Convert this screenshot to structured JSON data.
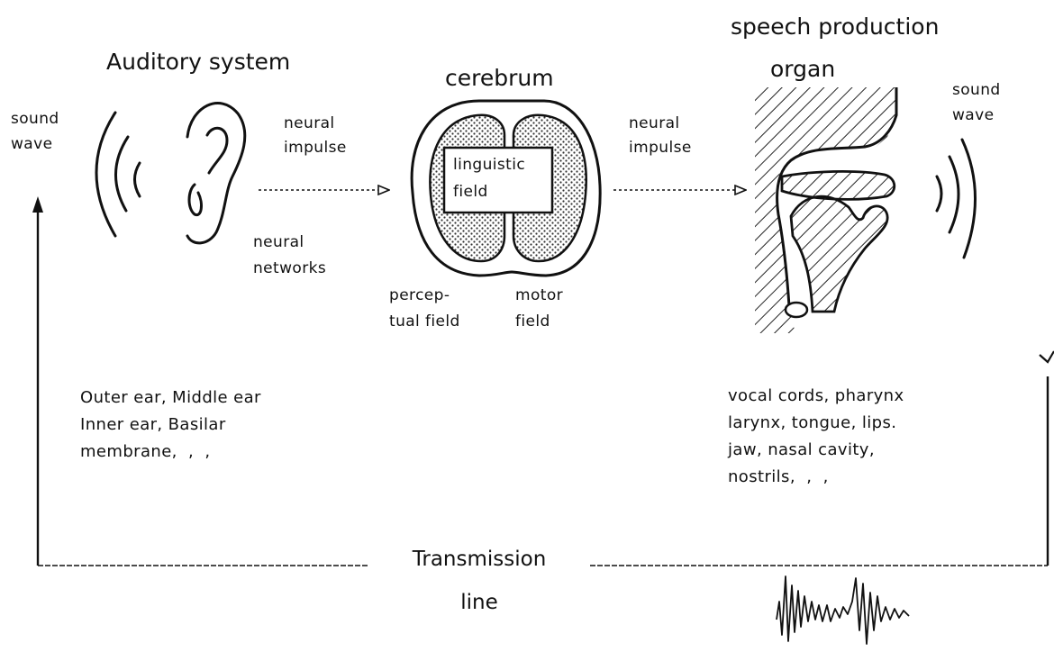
{
  "colors": {
    "ink": "#111111",
    "background": "#ffffff",
    "hatch": "#222222",
    "stipple": "#333333"
  },
  "icons": {
    "ear": "ear-icon",
    "brain": "brain-icon",
    "vocal_tract": "vocal-tract-icon",
    "waveform": "waveform-icon",
    "sound_wave": "sound-wave-arcs"
  },
  "labels": {
    "auditory_title": "Auditory system",
    "cerebrum_title": "cerebrum",
    "speech_title_line1": "speech production",
    "speech_title_line2": "organ",
    "sound_wave_left": "sound\nwave",
    "sound_wave_right": "sound\nwave",
    "neural_impulse_left": "neural\nimpulse",
    "neural_impulse_right": "neural\nimpulse",
    "neural_networks": "neural\nnetworks",
    "linguistic_field": "linguistic\nfield",
    "perceptual_field": "percep-\ntual field",
    "motor_field": "motor\nfield",
    "ear_parts": "Outer ear, Middle ear\nInner ear, Basilar\nmembrane,  ,  ,",
    "speech_parts": "vocal cords, pharynx\nlarynx, tongue, lips.\njaw, nasal cavity,\nnostrils,  ,  ,",
    "transmission_line": "Transmission\nline"
  }
}
